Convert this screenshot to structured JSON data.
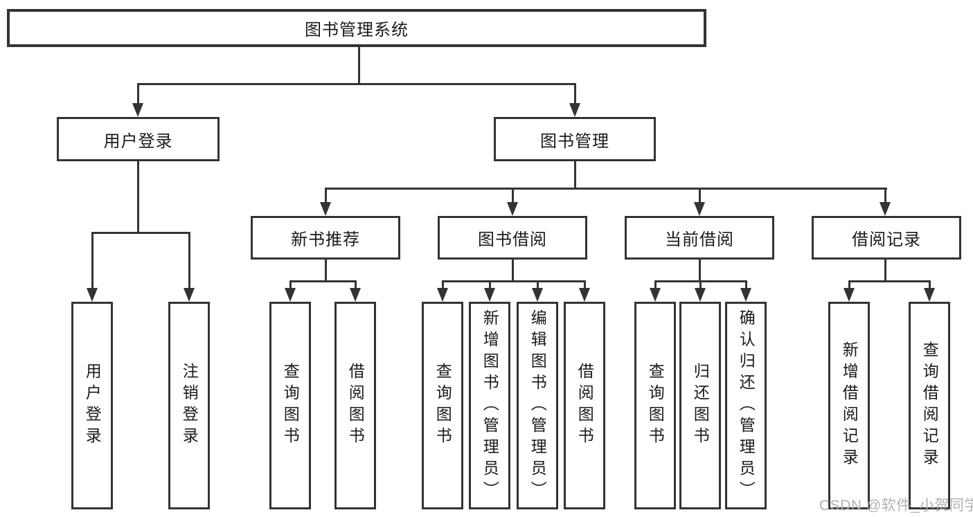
{
  "tree": {
    "root": {
      "label": "图书管理系统"
    },
    "user_login": {
      "label": "用户登录",
      "children": [
        {
          "label": "用户登录"
        },
        {
          "label": "注销登录"
        }
      ]
    },
    "book_mgmt": {
      "label": "图书管理",
      "sections": [
        {
          "label": "新书推荐",
          "children": [
            {
              "label": "查询图书"
            },
            {
              "label": "借阅图书"
            }
          ]
        },
        {
          "label": "图书借阅",
          "children": [
            {
              "label": "查询图书"
            },
            {
              "label": "新增图书（管理员）"
            },
            {
              "label": "编辑图书（管理员）"
            },
            {
              "label": "借阅图书"
            }
          ]
        },
        {
          "label": "当前借阅",
          "children": [
            {
              "label": "查询图书"
            },
            {
              "label": "归还图书"
            },
            {
              "label": "确认归还（管理员）"
            }
          ]
        },
        {
          "label": "借阅记录",
          "children": [
            {
              "label": "新增借阅记录"
            },
            {
              "label": "查询借阅记录"
            }
          ]
        }
      ]
    }
  },
  "watermark": {
    "text": "CSDN @软件_小贺同学"
  },
  "colors": {
    "line": "#333333",
    "text": "#1a1a1a",
    "watermark": "#b2b2b2",
    "background": "#ffffff"
  }
}
